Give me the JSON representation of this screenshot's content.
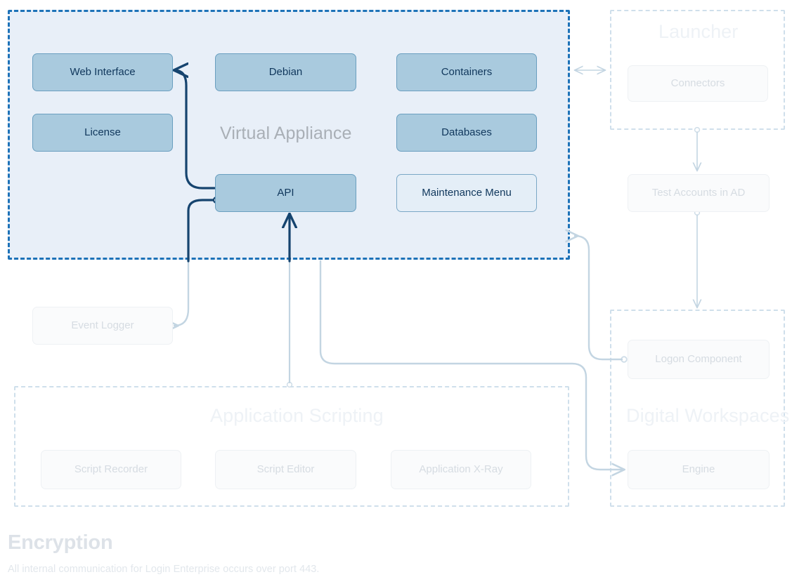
{
  "diagram": {
    "title": "Login Enterprise Architecture",
    "colors": {
      "appliance_border": "#1d72b8",
      "appliance_fill": "#e8eff8",
      "node_fill": "#a9cade",
      "node_border": "#6a9fc0",
      "node_text": "#10375c",
      "ghost_text": "#d6dce2",
      "connector_dark": "#16446f",
      "connector_light": "#cfdde8"
    },
    "groups": {
      "virtual_appliance": {
        "label": "Virtual Appliance",
        "nodes": {
          "web_interface": "Web Interface",
          "license": "License",
          "debian": "Debian",
          "api": "API",
          "containers": "Containers",
          "databases": "Databases",
          "maintenance_menu": "Maintenance Menu"
        }
      },
      "launcher": {
        "label": "Launcher",
        "nodes": {
          "connectors": "Connectors"
        }
      },
      "application_scripting": {
        "label": "Application Scripting",
        "nodes": {
          "script_recorder": "Script Recorder",
          "script_editor": "Script Editor",
          "application_xray": "Application X-Ray"
        }
      },
      "digital_workspaces": {
        "label": "Digital Workspaces",
        "nodes": {
          "logon_component": "Logon Component",
          "engine": "Engine"
        }
      }
    },
    "standalone_nodes": {
      "event_logger": "Event Logger",
      "test_accounts_ad": "Test Accounts in AD"
    },
    "footer": {
      "heading": "Encryption",
      "body": "All internal communication for Login Enterprise occurs over port 443."
    }
  }
}
